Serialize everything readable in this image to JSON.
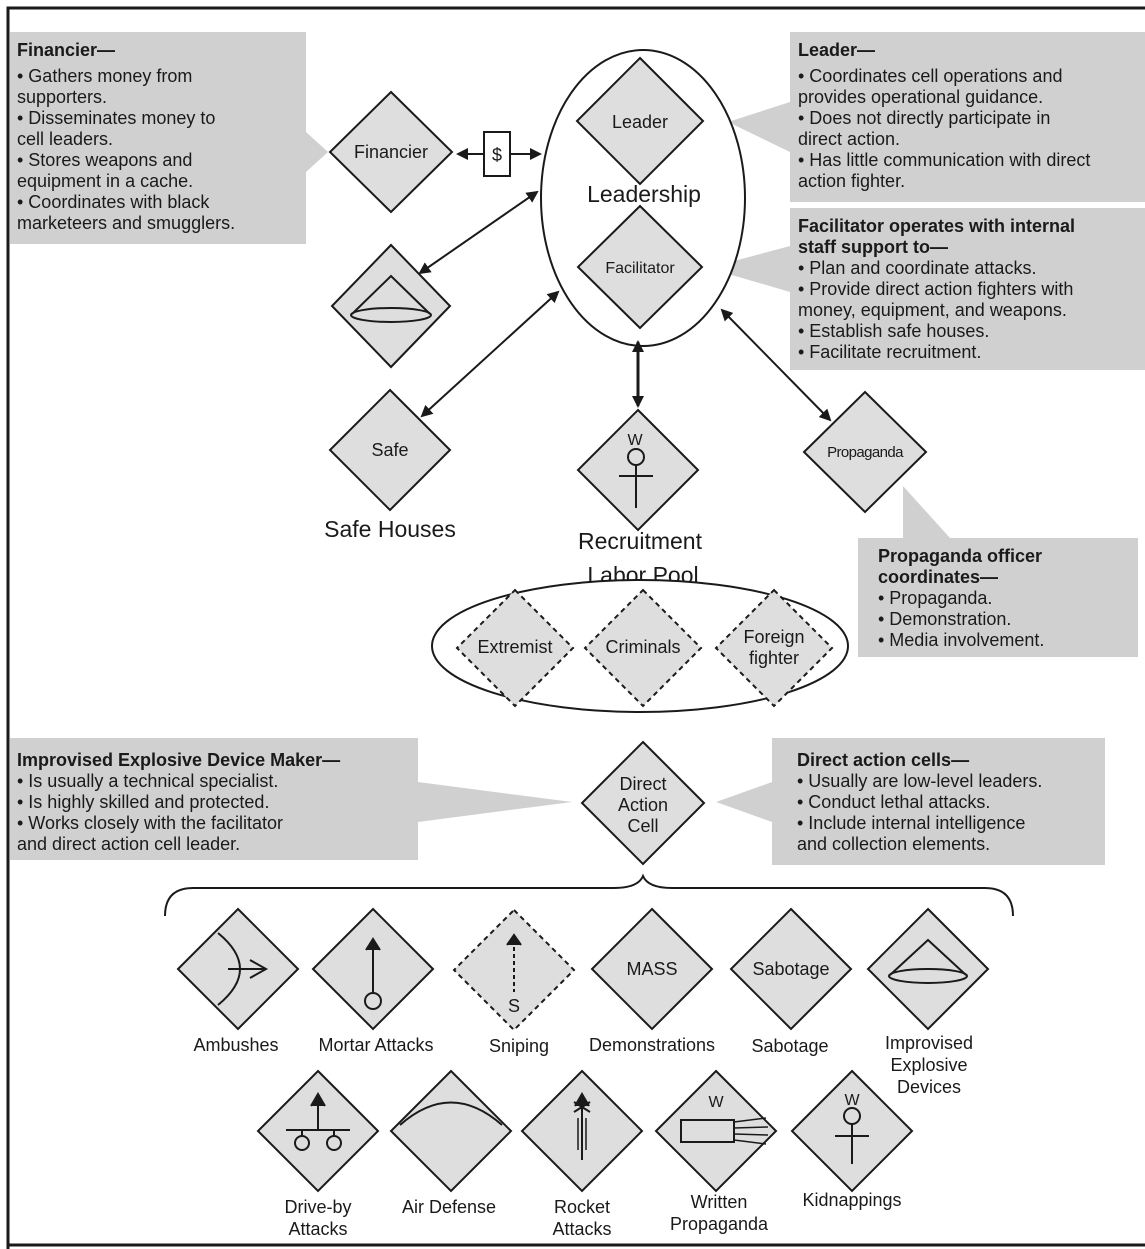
{
  "financier_box": {
    "title": "Financier—",
    "lines": [
      "•  Gathers money from",
      "    supporters.",
      "•  Disseminates money to",
      "    cell leaders.",
      "•  Stores weapons and",
      "    equipment in a cache.",
      "•  Coordinates with black",
      "     marketeers and smugglers."
    ]
  },
  "leader_box": {
    "title": "Leader—",
    "lines": [
      "•  Coordinates cell operations and",
      "    provides operational guidance.",
      "•  Does not directly participate in",
      "    direct action.",
      "•  Has little communication with direct",
      "    action fighter."
    ]
  },
  "facilitator_box": {
    "title_lines": [
      "Facilitator operates with internal",
      "staff support to—"
    ],
    "lines": [
      "•  Plan and coordinate attacks.",
      "•  Provide direct action fighters with",
      "    money, equipment, and weapons.",
      "•  Establish safe houses.",
      "•  Facilitate recruitment."
    ]
  },
  "propaganda_box": {
    "title_lines": [
      "Propaganda officer",
      "coordinates—"
    ],
    "lines": [
      "•  Propaganda.",
      "•  Demonstration.",
      "•  Media involvement."
    ]
  },
  "ied_box": {
    "title": "Improvised Explosive Device Maker—",
    "lines": [
      "• Is usually a technical specialist.",
      "• Is highly skilled and protected.",
      "• Works closely with the facilitator",
      "   and direct action cell leader."
    ]
  },
  "dac_box": {
    "title": "Direct action cells—",
    "lines": [
      "•  Usually are low-level leaders.",
      "•  Conduct lethal attacks.",
      "•  Include internal intelligence",
      "    and collection elements."
    ]
  },
  "nodes": {
    "financier": "Financier",
    "dollar": "$",
    "leader": "Leader",
    "leadership": "Leadership",
    "facilitator": "Facilitator",
    "safe": "Safe",
    "safe_houses": "Safe Houses",
    "recruitment_w": "W",
    "recruitment": "Recruitment",
    "propaganda": "Propaganda",
    "labor_pool": "Labor Pool",
    "extremist": "Extremist",
    "criminals": "Criminals",
    "foreign_fighter": [
      "Foreign",
      "fighter"
    ],
    "direct_action_cell": [
      "Direct",
      "Action",
      "Cell"
    ]
  },
  "attacks_row1": {
    "ambushes": "Ambushes",
    "mortar": "Mortar Attacks",
    "sniping": "Sniping",
    "sniping_s": "S",
    "demonstrations": "Demonstrations",
    "demonstrations_inner": "MASS",
    "sabotage": "Sabotage",
    "sabotage_inner": "Sabotage",
    "ied": [
      "Improvised",
      "Explosive",
      "Devices"
    ]
  },
  "attacks_row2": {
    "driveby": [
      "Drive-by",
      "Attacks"
    ],
    "air_defense": "Air Defense",
    "rocket": [
      "Rocket",
      "Attacks"
    ],
    "written": [
      "Written",
      "Propaganda"
    ],
    "written_w": "W",
    "kidnappings": "Kidnappings",
    "kidnappings_w": "W"
  },
  "colors": {
    "box_fill": "#d0d0d0",
    "node_fill": "#dedede",
    "stroke": "#1a1a1a"
  }
}
